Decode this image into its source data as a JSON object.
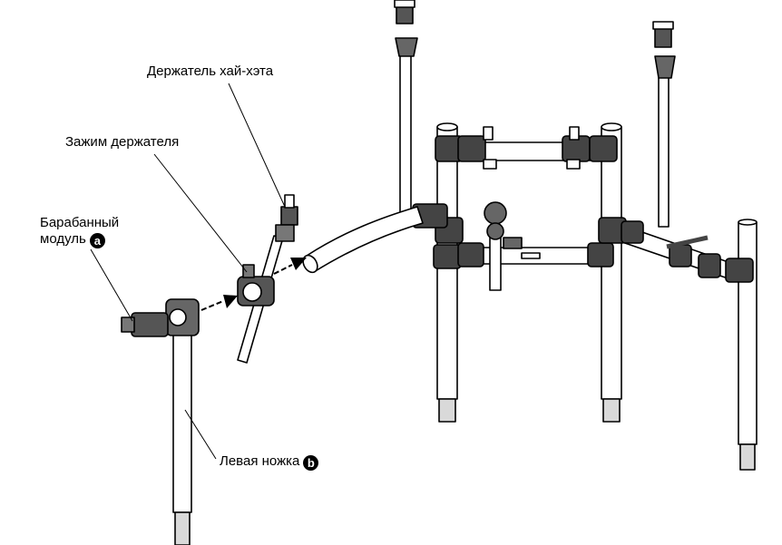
{
  "labels": {
    "hihat_holder": "Держатель хай-хэта",
    "holder_clamp": "Зажим держателя",
    "drum_module_line1": "Барабанный",
    "drum_module_line2": "модуль",
    "drum_module_marker": "a",
    "left_leg": "Левая ножка",
    "left_leg_marker": "b"
  },
  "colors": {
    "line": "#000000",
    "tube": "#ffffff",
    "foot": "#d9d9d9"
  }
}
